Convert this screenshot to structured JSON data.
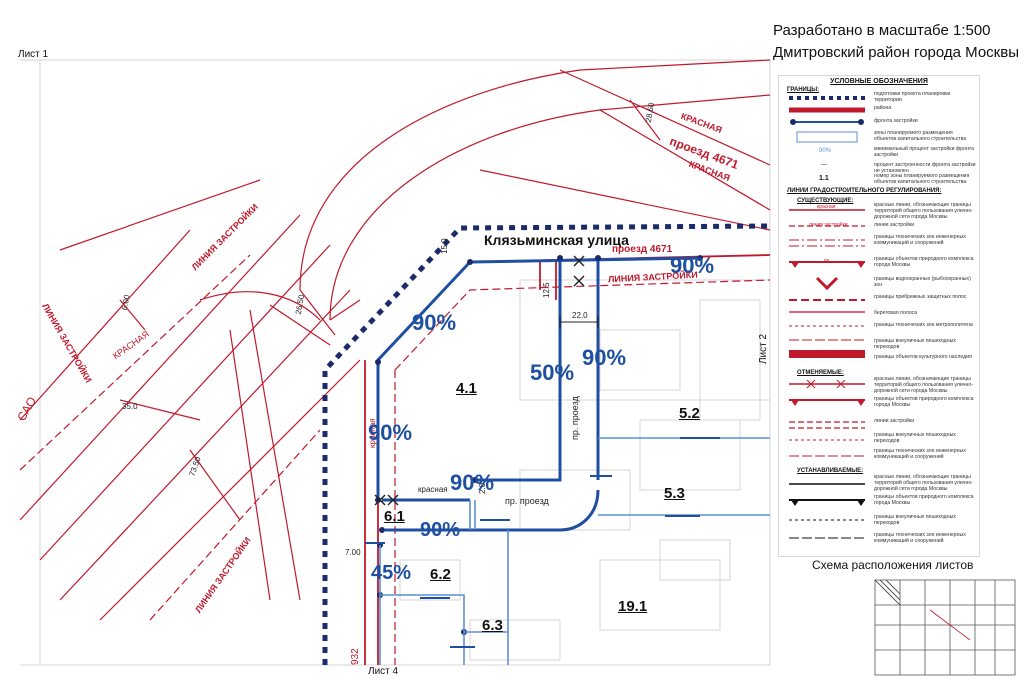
{
  "header": {
    "line1": "Разработано в масштабе 1:500",
    "line2": "Дмитровский район города Москвы"
  },
  "sheets": {
    "sheet1": "Лист 1",
    "sheet2": "Лист 2",
    "sheet4": "Лист 4"
  },
  "streets": {
    "klyazminskaya": "Клязьминская улица",
    "proezd_4671_top": "проезд 4671",
    "proezd_4671_mid": "проезд 4671",
    "pr_proezd_v": "пр. проезд",
    "pr_proezd_h": "пр. проезд"
  },
  "red_labels": {
    "krasnaya_top1": "КРАСНАЯ",
    "krasnaya_top2": "КРАСНАЯ",
    "liniya_zastroyki_left": "ЛИНИЯ ЗАСТРОЙКИ",
    "liniya_zastroyki_left2": "ЛИНИЯ ЗАСТРОЙКИ",
    "liniya_zastroyki_bottom": "ЛИНИЯ ЗАСТРОЙКИ",
    "liniya_zastroyki_mid": "ЛИНИЯ ЗАСТРОЙКИ",
    "krasnaya_diag": "КРАСНАЯ",
    "sao": "САО",
    "krasnaya_small": "красная",
    "krasnaya_small2": "красная"
  },
  "dimensions": {
    "d_2860": "28.60",
    "d_6_00": "6.00",
    "d_2650": "26.50",
    "d_350": "35.0",
    "d_7350": "73.50",
    "d_220": "22.0",
    "d_20": "2.0",
    "d_700": "7.00",
    "d_932": "932",
    "d_150": "15.0",
    "d_125": "12.5"
  },
  "percentages": {
    "p1": "90%",
    "p2": "90%",
    "p3": "50%",
    "p4": "90%",
    "p5": "90%",
    "p6": "90%",
    "p7": "90%",
    "p8": "45%"
  },
  "zones": {
    "z41": "4.1",
    "z52": "5.2",
    "z53": "5.3",
    "z61": "6.1",
    "z62": "6.2",
    "z63": "6.3",
    "z191": "19.1"
  },
  "legend": {
    "title": "УСЛОВНЫЕ ОБОЗНАЧЕНИЯ",
    "granitsy": "ГРАНИЦЫ:",
    "items": [
      "подготовки проекта планировки территории",
      "района",
      "фронта застройки",
      "зоны планируемого размещения объектов капитального строительства",
      "минимальный процент застройки фронта застройки",
      "процент застроенности фронта застройки не установлен",
      "номер зоны планируемого размещения объектов капитального строительства"
    ],
    "sym_90": "90%",
    "sym_dash": "—",
    "sym_11": "1.1",
    "lines_title": "ЛИНИИ ГРАДОСТРОИТЕЛЬНОГО РЕГУЛИРОВАНИЯ:",
    "existing": "СУЩЕСТВУЮЩИЕ:",
    "existing_items": [
      "красные линии, обозначающие границы территорий общего пользования улично-дорожной сети города Москвы",
      "линии застройки",
      "границы технических зон инженерных коммуникаций и сооружений",
      "границы объектов природного комплекса города Москвы",
      "границы водоохранных (рыбоохранных) зон",
      "границы прибрежных защитных полос",
      "береговая полоса",
      "границы технических зон метрополитена",
      "границы внеуличных пешеходных переходов",
      "границы объектов культурного наследия"
    ],
    "cancelled": "ОТМЕНЯЕМЫЕ:",
    "cancelled_items": [
      "красные линии, обозначающие границы территорий общего пользования улично-дорожной сети города Москвы",
      "границы объектов природного комплекса города Москвы",
      "линии застройки",
      "границы внеуличных пешеходных переходов",
      "границы технических зон инженерных коммуникаций и сооружений"
    ],
    "established": "УСТАНАВЛИВАЕМЫЕ:",
    "established_items": [
      "красные линии, обозначающие границы территорий общего пользования улично-дорожной сети города Москвы",
      "границы объектов природного комплекса города Москвы",
      "границы внеуличных пешеходных переходов",
      "границы технических зон инженерных коммуникаций и сооружений"
    ],
    "sym_krasnaya": "красная",
    "sym_pk": "пк",
    "sym_zastr": "линия застройки"
  },
  "scheme_title": "Схема расположения листов",
  "colors": {
    "red": "#c0192c",
    "blue": "#1f4fa0",
    "navy": "#1b2a6b",
    "lightblue": "#5b8fd6",
    "grey": "#bdbdbd"
  }
}
